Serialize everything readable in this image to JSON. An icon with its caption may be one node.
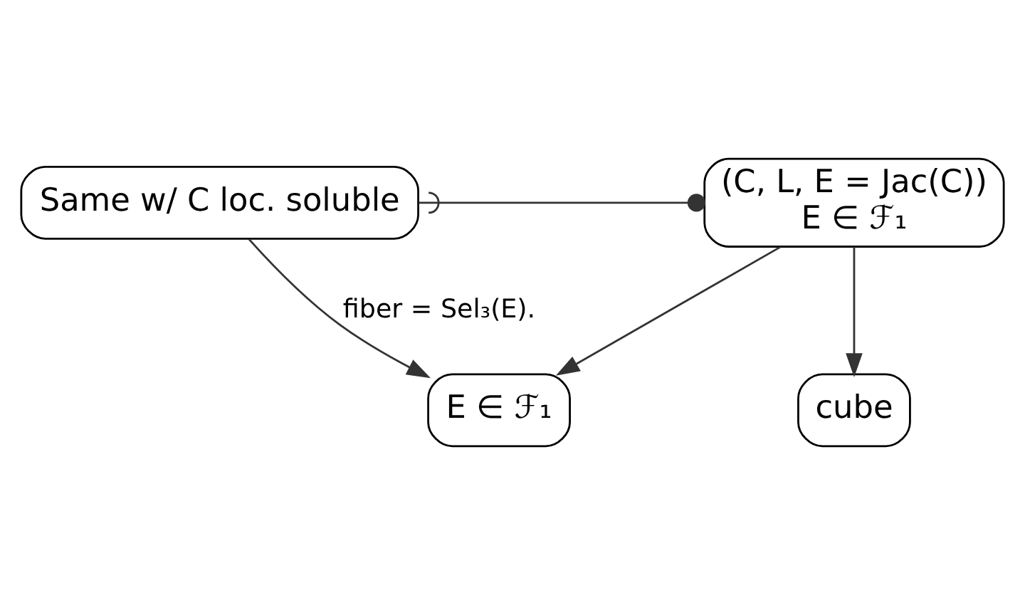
{
  "diagram": {
    "nodes": [
      {
        "text": [
          "cube"
        ]
      },
      {
        "text": [
          "Same w/ C loc. soluble"
        ]
      },
      {
        "text": [
          "(C, L, E = Jac(C))",
          "E ∈ ℱ₁"
        ]
      },
      {
        "text": [
          "E ∈ ℱ₁"
        ]
      }
    ],
    "edges": [
      {
        "from": 2,
        "to": 0,
        "arrow": "to"
      },
      {
        "from": 1,
        "to": 2,
        "arrow": "other"
      },
      {
        "from": 2,
        "to": 3,
        "arrow": "to"
      },
      {
        "from": 1,
        "to": 3,
        "arrow": "to",
        "label": "fiber = Sel₃(E)."
      }
    ]
  }
}
